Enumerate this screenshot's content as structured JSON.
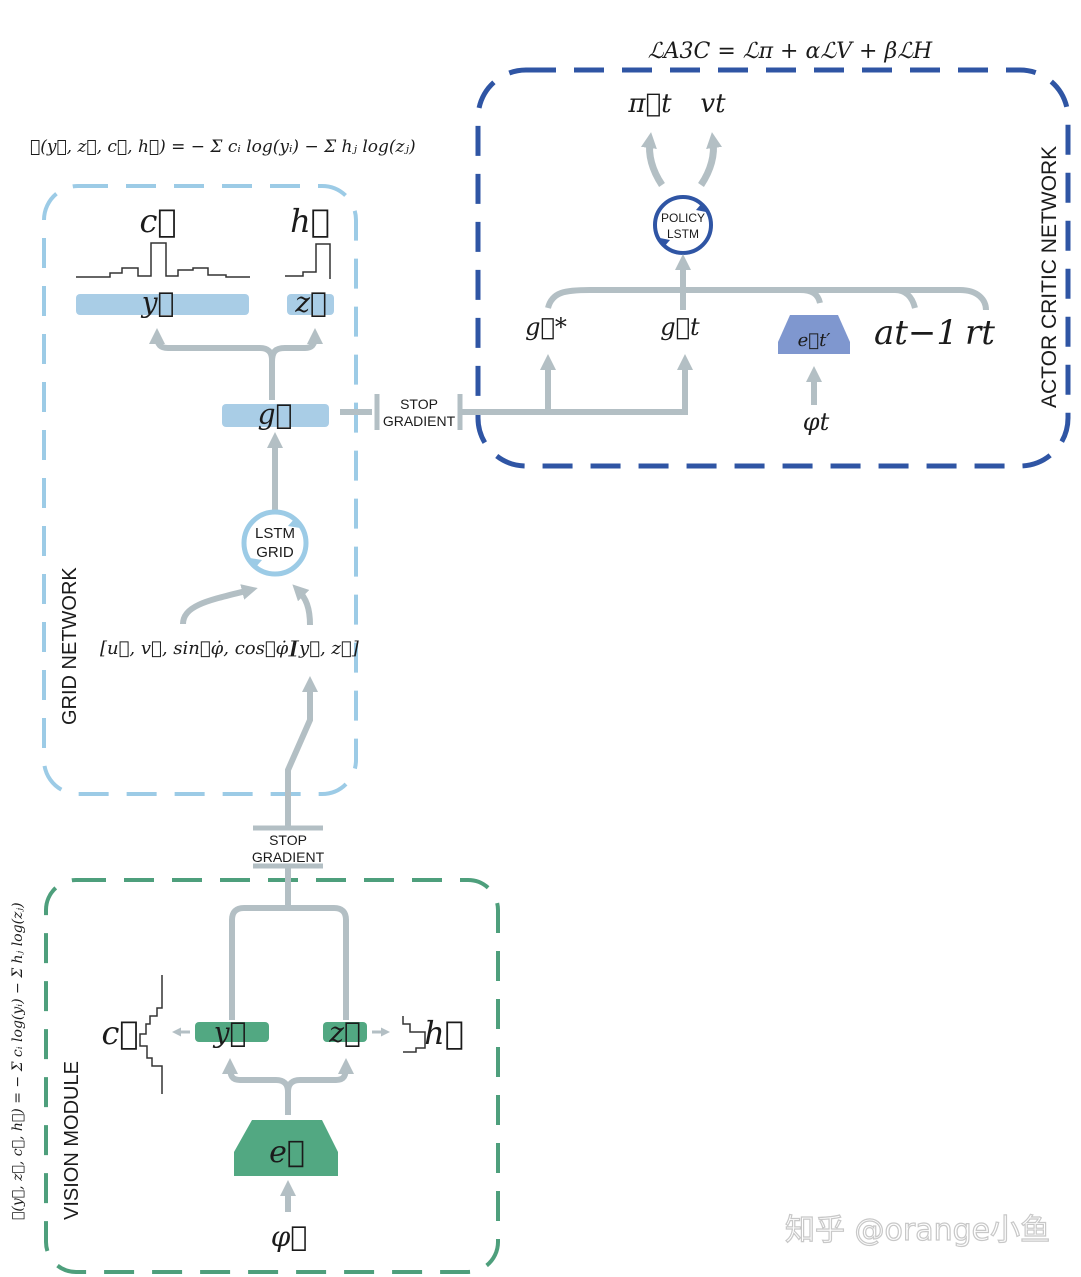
{
  "colors": {
    "grid_network": "#9ccbe6",
    "grid_box": "#a9cde6",
    "actor_critic": "#2f55a4",
    "actor_box": "#7f97cf",
    "vision": "#4e9f7c",
    "vision_box": "#52a882",
    "arrow": "#b3bfc4",
    "text": "#1b1b1b"
  },
  "actor_critic": {
    "label": "ACTOR CRITIC NETWORK",
    "loss": "ℒA3C = ℒπ + αℒV + βℒH",
    "outputs": {
      "policy": "π⃗t",
      "value": "vt"
    },
    "policy_lstm": {
      "line1": "POLICY",
      "line2": "LSTM"
    },
    "inputs": {
      "g_star": "g⃗*",
      "g_t": "g⃗t",
      "e_t": "e⃗t′",
      "a_prev": "at−1",
      "r_t": "rt",
      "phi_t": "φt"
    }
  },
  "grid_network": {
    "label": "GRID NETWORK",
    "loss": "ℒ(y⃗, z⃗, c⃗, h⃗) = − Σ cᵢ log(yᵢ) − Σ hⱼ log(zⱼ)",
    "c": "c⃗",
    "h": "h⃗",
    "y": "y⃗",
    "z": "z⃗",
    "g": "g⃗",
    "lstm": {
      "line1": "LSTM",
      "line2": "GRID"
    },
    "velocity_inputs": "[u⃗,  v⃗,  sin⃗φ̇,  cos⃗φ̇]",
    "yz_input": "[y⃗, z⃗]"
  },
  "stop_gradient": {
    "line1": "STOP",
    "line2": "GRADIENT"
  },
  "vision_module": {
    "label": "VISION MODULE",
    "loss": "ℒ(y⃗, z⃗, c⃗, h⃗) = − Σ cᵢ log(yᵢ) − Σ hⱼ log(zⱼ)",
    "c": "c⃗",
    "h": "h⃗",
    "y": "y⃗",
    "z": "z⃗",
    "e": "e⃗",
    "phi": "φ⃗"
  },
  "watermark": "知乎 @orange小鱼"
}
